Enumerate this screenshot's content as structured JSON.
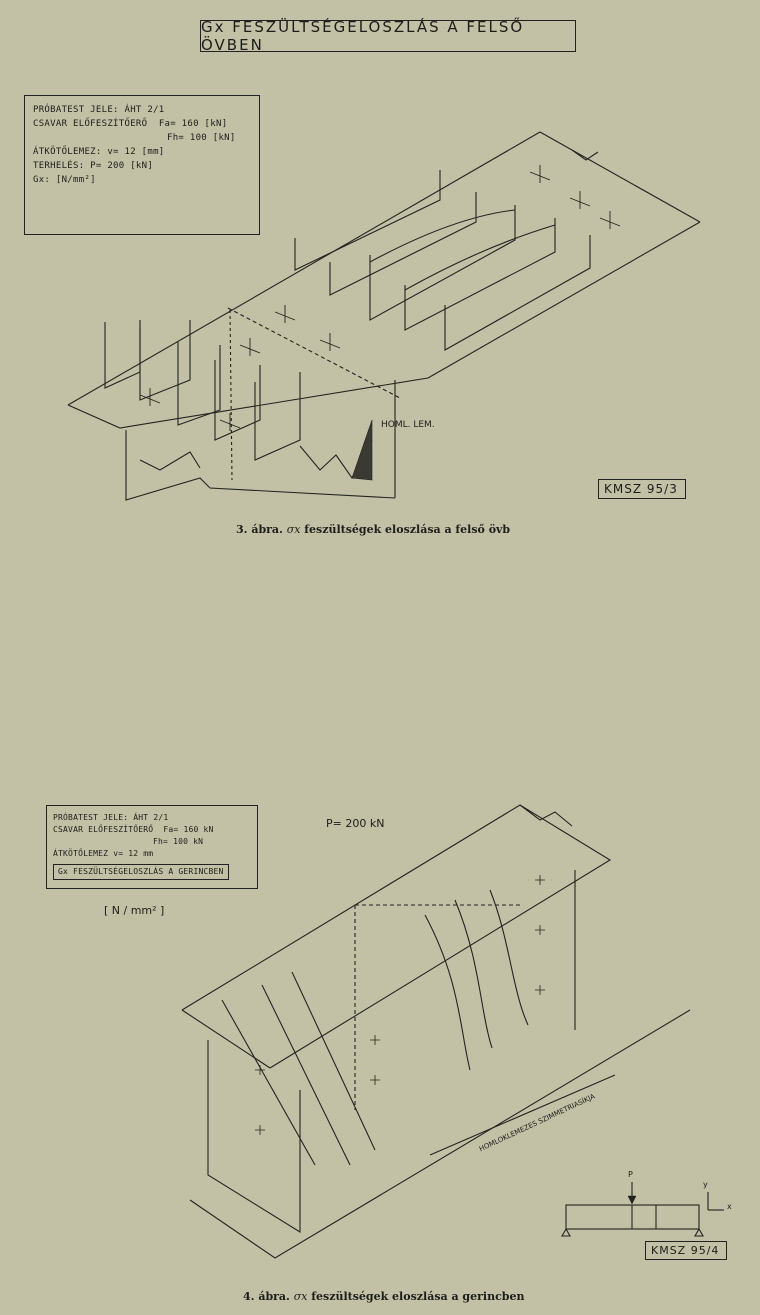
{
  "figure1": {
    "title": "Gx FESZÜLTSÉGELOSZLÁS A FELSŐ ÖVBEN",
    "legend": {
      "line1": "PRÓBATEST JELE: ÁHT 2/1",
      "line2a": "CSAVAR ELŐFESZÍTŐERŐ",
      "line2b": "Fa= 160 [kN]",
      "line3": "Fh= 100 [kN]",
      "line4": "ÁTKÖTŐLEMEZ: v= 12 [mm]",
      "line5": "TERHELÉS: P= 200 [kN]",
      "line6": "Gx: [N/mm²]"
    },
    "annotation": "HOML. LEM.",
    "code": "KMSZ 95/3",
    "caption_num": "3. ábra.",
    "caption_sym": "σx",
    "caption_text": "feszültségek eloszlása a felső övb"
  },
  "figure2": {
    "legend": {
      "line1": "PRÓBATEST JELE: ÁHT 2/1",
      "line2a": "CSAVAR ELŐFESZÍTŐERŐ",
      "line2b": "Fa= 160 kN",
      "line3": "Fh= 100 kN",
      "line4": "ÁTKÖTŐLEMEZ v= 12 mm",
      "boxed": "Gx FESZÜLTSÉGELOSZLÁS A GERINCBEN"
    },
    "unit": "[ N / mm² ]",
    "load": "P= 200 kN",
    "annotation": "HOMLOKLEMEZES SZIMMETRIASÍKJA",
    "support_p": "P",
    "support_y": "y",
    "support_x": "x",
    "code": "KMSZ 95/4",
    "caption_num": "4. ábra.",
    "caption_sym": "σx",
    "caption_text": "feszültségek eloszlása a gerincben"
  },
  "colors": {
    "background": "#c2c1a6",
    "ink": "#1d1d1a"
  }
}
